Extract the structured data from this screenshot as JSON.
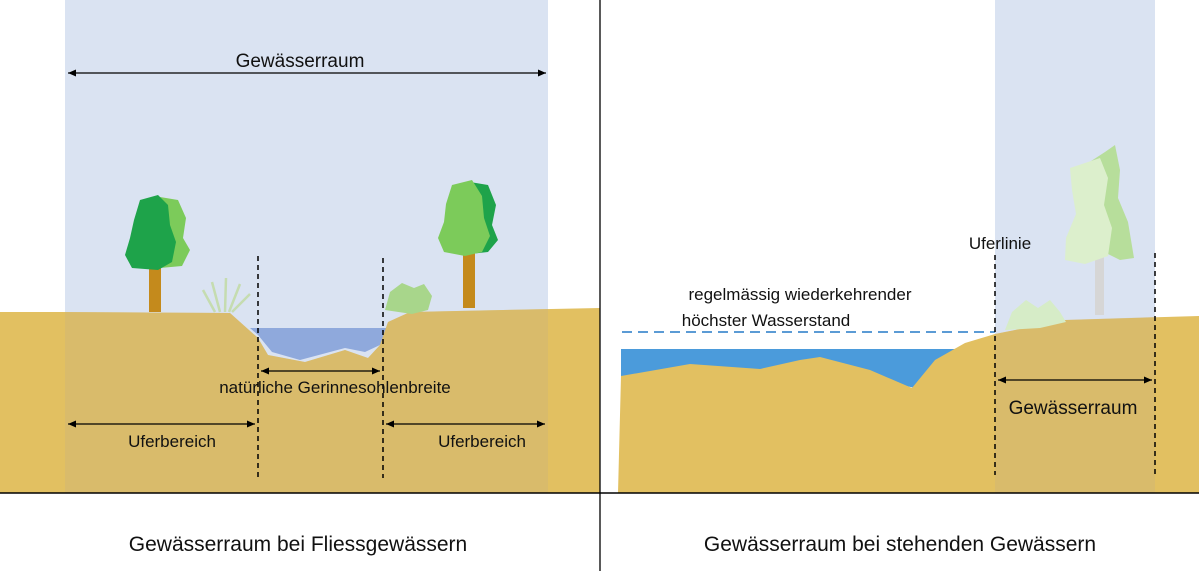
{
  "left_panel": {
    "span_label": "Gewässerraum",
    "channel_label": "natürliche Gerinnesohlenbreite",
    "bank_left_label": "Uferbereich",
    "bank_right_label": "Uferbereich",
    "caption": "Gewässerraum bei Fliessgewässern"
  },
  "right_panel": {
    "shoreline_label": "Uferlinie",
    "water_level_line1": "regelmässig wiederkehrender",
    "water_level_line2": "höchster Wasserstand",
    "span_label": "Gewässerraum",
    "caption": "Gewässerraum bei stehenden Gewässern"
  },
  "colors": {
    "zone_fill": "#dae3f2",
    "ground": "#e2c061",
    "ground_shade": "#d8b65d",
    "water": "#5a9fd8",
    "stream_water": "#8fa9dc",
    "tree_dark": "#1ea34a",
    "tree_light": "#7ccb5a",
    "trunk": "#c48a1c",
    "faded_tree": "#d9eec9"
  }
}
